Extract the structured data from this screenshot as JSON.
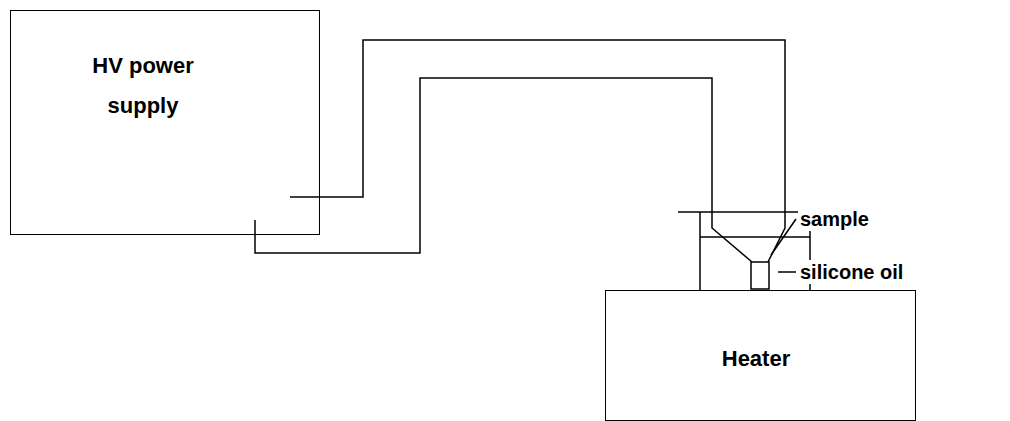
{
  "diagram": {
    "nodes": [
      {
        "text": [
          "HV power supply"
        ]
      },
      {
        "text": [
          "Heater"
        ]
      }
    ],
    "labels": [
      "sample",
      "silicone oil"
    ]
  }
}
